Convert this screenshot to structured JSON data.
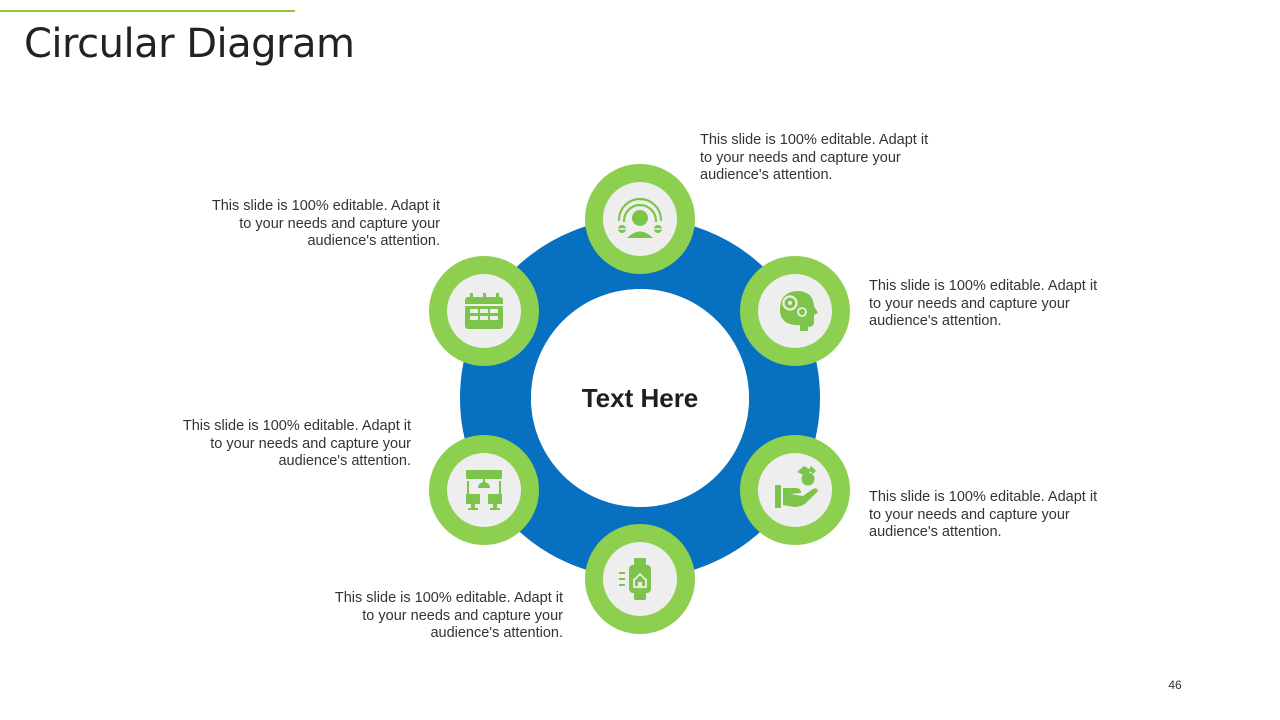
{
  "slide": {
    "title": "Circular Diagram",
    "page_number": "46"
  },
  "diagram": {
    "center_label": "Text Here",
    "colors": {
      "ring": "#0870c0",
      "node_outer": "#8dcf4f",
      "node_inner": "#eeeeee",
      "icon": "#7dc44a",
      "center_fill": "#ffffff",
      "accent_line": "#8dc63f"
    },
    "nodes": [
      {
        "id": "top",
        "icon": "customer-support-icon",
        "text": "This slide is 100% editable.  Adapt it to your needs and capture your audience's attention."
      },
      {
        "id": "upper-right",
        "icon": "brain-gears-icon",
        "text": "This slide is 100% editable.  Adapt it to your needs and capture your audience's attention."
      },
      {
        "id": "lower-right",
        "icon": "hand-cash-icon",
        "text": "This slide is 100% editable.  Adapt it to your needs and capture your audience's attention."
      },
      {
        "id": "bottom",
        "icon": "smartwatch-home-icon",
        "text": "This slide is 100% editable.  Adapt it to your needs and capture your audience's attention."
      },
      {
        "id": "lower-left",
        "icon": "network-devices-icon",
        "text": "This slide is 100% editable.  Adapt it to your needs and capture your audience's attention."
      },
      {
        "id": "upper-left",
        "icon": "calendar-icon",
        "text": "This slide is 100% editable.  Adapt it to your needs and capture your audience's attention."
      }
    ]
  }
}
